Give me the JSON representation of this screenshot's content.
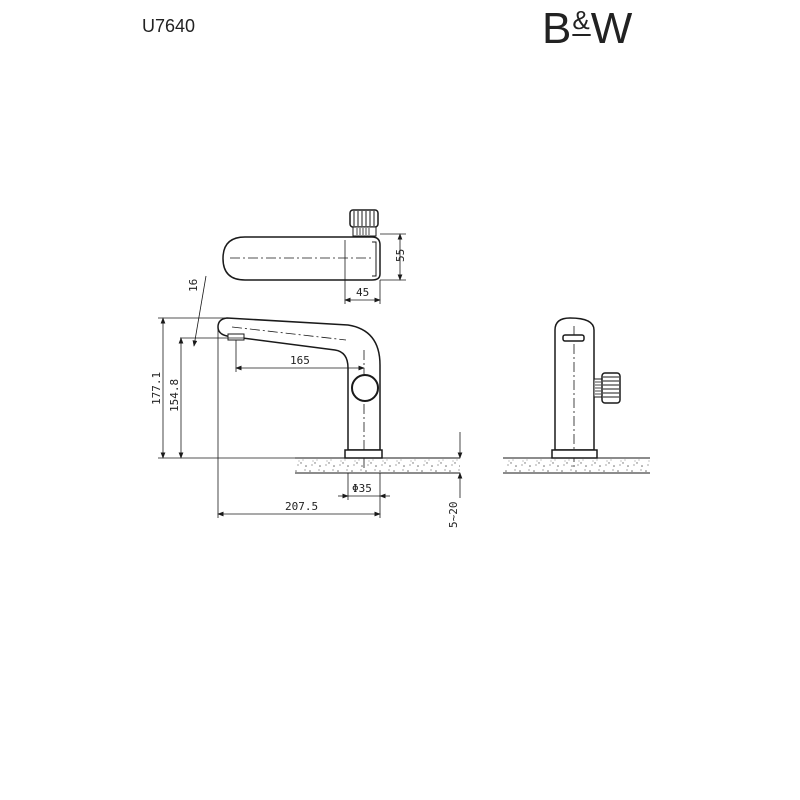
{
  "header": {
    "model_code": "U7640",
    "brand": "B&W",
    "brand_left": "B",
    "brand_amp": "&",
    "brand_right": "W"
  },
  "dimensions": {
    "top_view_width": "45",
    "top_view_height": "55",
    "spout_thickness": "16",
    "overall_height": "177.1",
    "outlet_height": "154.8",
    "spout_reach": "165",
    "base_diameter": "Φ35",
    "overall_reach": "207.5",
    "counter_thickness": "5~20"
  },
  "colors": {
    "line": "#1a1a1a",
    "speckle": "#6a6a6a"
  }
}
